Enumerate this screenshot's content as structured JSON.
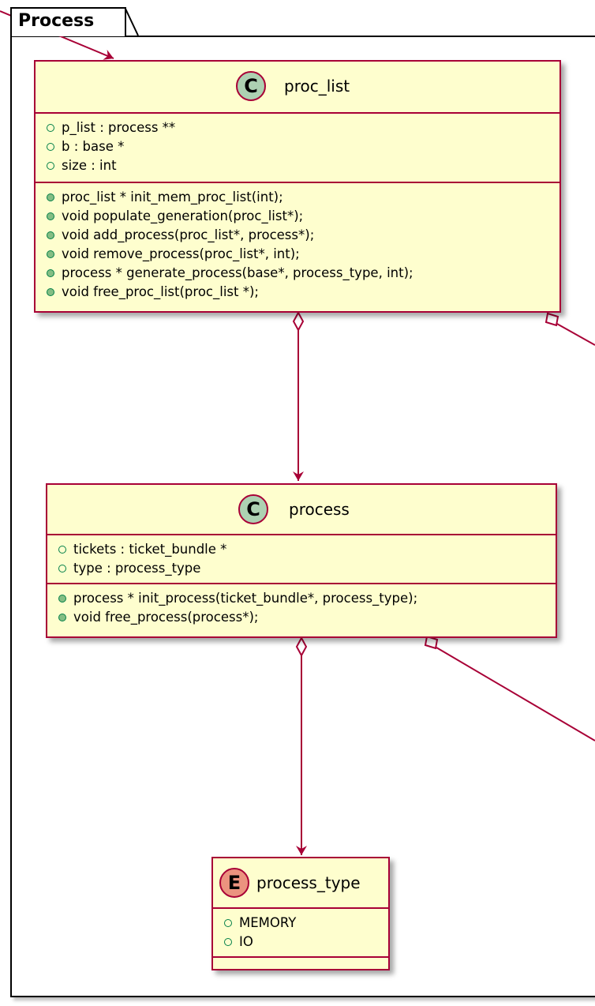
{
  "package": {
    "name": "Process"
  },
  "classes": {
    "proc_list": {
      "stereotype": "C",
      "name": "proc_list",
      "fields": [
        "p_list : process **",
        "b : base *",
        "size : int"
      ],
      "methods": [
        "proc_list * init_mem_proc_list(int);",
        "void populate_generation(proc_list*);",
        "void add_process(proc_list*, process*);",
        "void remove_process(proc_list*, int);",
        "process * generate_process(base*, process_type, int);",
        "void free_proc_list(proc_list *);"
      ]
    },
    "process": {
      "stereotype": "C",
      "name": "process",
      "fields": [
        "tickets : ticket_bundle *",
        "type : process_type"
      ],
      "methods": [
        "process * init_process(ticket_bundle*, process_type);",
        "void free_process(process*);"
      ]
    },
    "process_type": {
      "stereotype": "E",
      "name": "process_type",
      "values": [
        "MEMORY",
        "IO"
      ]
    }
  },
  "colors": {
    "class_fill": "#fefece",
    "class_border": "#a80036",
    "class_circle": "#add1b2",
    "enum_circle": "#eb937f",
    "visibility": "#038048"
  }
}
